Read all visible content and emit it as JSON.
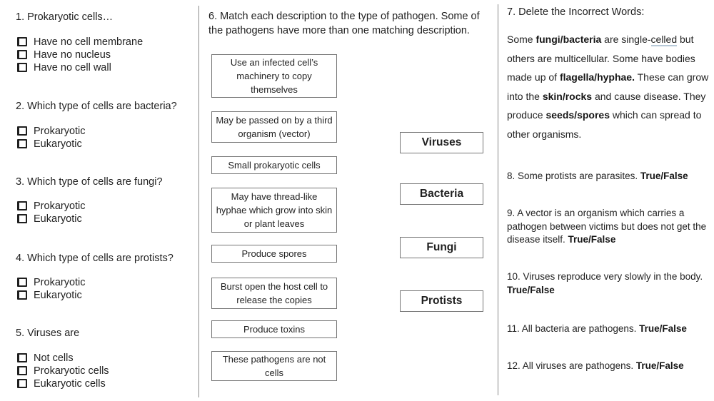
{
  "page": {
    "background": "#ffffff",
    "text_color": "#1f1f1f",
    "border_color": "#757575"
  },
  "left": {
    "q1": {
      "title": "1. Prokaryotic cells…",
      "options": [
        "Have no cell membrane",
        "Have no nucleus",
        "Have no cell wall"
      ]
    },
    "q2": {
      "title": "2. Which type of cells are bacteria?",
      "options": [
        "Prokaryotic",
        "Eukaryotic"
      ]
    },
    "q3": {
      "title": "3. Which type of cells are fungi?",
      "options": [
        "Prokaryotic",
        "Eukaryotic"
      ]
    },
    "q4": {
      "title": "4. Which type of cells are protists?",
      "options": [
        "Prokaryotic",
        "Eukaryotic"
      ]
    },
    "q5": {
      "title": "5. Viruses are",
      "options": [
        "Not cells",
        "Prokaryotic cells",
        "Eukaryotic cells"
      ]
    }
  },
  "middle": {
    "q6_title": "6. Match each description to the type of pathogen. Some of the pathogens have more than one matching description.",
    "descriptions": [
      "Use an infected cell’s machinery to copy themselves",
      "May be passed on by a third organism (vector)",
      "Small prokaryotic cells",
      "May have thread-like hyphae which grow into skin or plant leaves",
      "Produce spores",
      "Burst open the host cell to release the copies",
      "Produce toxins",
      "These pathogens are not cells"
    ],
    "pathogens": [
      "Viruses",
      "Bacteria",
      "Fungi",
      "Protists"
    ]
  },
  "right": {
    "q7_title": "7. Delete the Incorrect Words:",
    "q7_segments": [
      {
        "t": "Some "
      },
      {
        "t": "fungi/bacteria"
      },
      {
        "t": " are single-"
      },
      {
        "t": "celled"
      },
      {
        "t": " but others are multicellular. Some have bodies made up of "
      },
      {
        "t": "flagella/hyphae."
      },
      {
        "t": " These can grow into the "
      },
      {
        "t": "skin/rocks"
      },
      {
        "t": " and cause disease. They produce "
      },
      {
        "t": "seeds/spores"
      },
      {
        "t": " which can spread to other organisms."
      }
    ],
    "q8": {
      "text": "8. Some protists are parasites. ",
      "tf": "True/False"
    },
    "q9": {
      "text": "9. A vector is an organism which carries a pathogen between victims but does not get the disease itself. ",
      "tf": "True/False"
    },
    "q10": {
      "text": "10. Viruses reproduce very slowly in the body.",
      "tf": "True/False"
    },
    "q11": {
      "text": "11. All bacteria are pathogens. ",
      "tf": "True/False"
    },
    "q12": {
      "text": "12. All viruses are pathogens. ",
      "tf": "True/False"
    }
  }
}
